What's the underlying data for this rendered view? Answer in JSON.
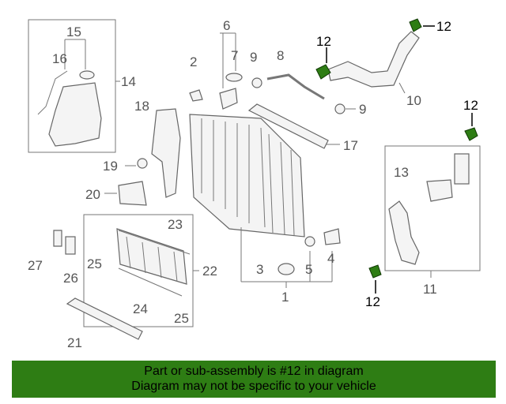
{
  "labels": {
    "p1": "1",
    "p2": "2",
    "p3": "3",
    "p4": "4",
    "p5": "5",
    "p6": "6",
    "p7": "7",
    "p8": "8",
    "p9a": "9",
    "p9b": "9",
    "p10": "10",
    "p11": "11",
    "p12a": "12",
    "p12b": "12",
    "p12c": "12",
    "p12d": "12",
    "p13": "13",
    "p14": "14",
    "p15": "15",
    "p16": "16",
    "p17": "17",
    "p18": "18",
    "p19": "19",
    "p20": "20",
    "p21": "21",
    "p22": "22",
    "p23": "23",
    "p24": "24",
    "p25a": "25",
    "p25b": "25",
    "p26": "26",
    "p27": "27"
  },
  "banner": {
    "line1": "Part or sub-assembly is #12 in diagram",
    "line2": "Diagram may not be specific to your vehicle",
    "color": "#2e7d14"
  },
  "highlight_color": "#2e7d14"
}
